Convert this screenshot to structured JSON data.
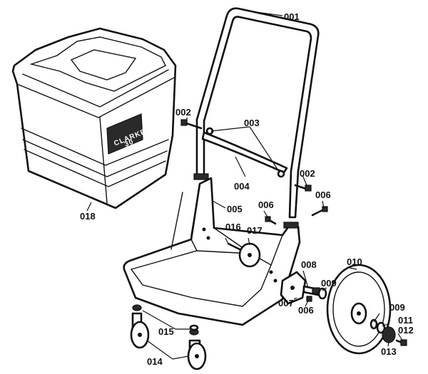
{
  "parts": [
    {
      "id": "p001",
      "label": "001"
    },
    {
      "id": "p002a",
      "label": "002"
    },
    {
      "id": "p002b",
      "label": "002"
    },
    {
      "id": "p003",
      "label": "003"
    },
    {
      "id": "p004",
      "label": "004"
    },
    {
      "id": "p005",
      "label": "005"
    },
    {
      "id": "p006a",
      "label": "006"
    },
    {
      "id": "p006b",
      "label": "006"
    },
    {
      "id": "p006c",
      "label": "006"
    },
    {
      "id": "p007",
      "label": "007"
    },
    {
      "id": "p008",
      "label": "008"
    },
    {
      "id": "p009a",
      "label": "009"
    },
    {
      "id": "p009b",
      "label": "009"
    },
    {
      "id": "p010",
      "label": "010"
    },
    {
      "id": "p011",
      "label": "011"
    },
    {
      "id": "p012",
      "label": "012"
    },
    {
      "id": "p013",
      "label": "013"
    },
    {
      "id": "p014",
      "label": "014"
    },
    {
      "id": "p015",
      "label": "015"
    },
    {
      "id": "p016",
      "label": "016"
    },
    {
      "id": "p017",
      "label": "017"
    },
    {
      "id": "p018",
      "label": "018"
    }
  ],
  "brand": {
    "line1": "CLARKE",
    "line2": "30"
  }
}
